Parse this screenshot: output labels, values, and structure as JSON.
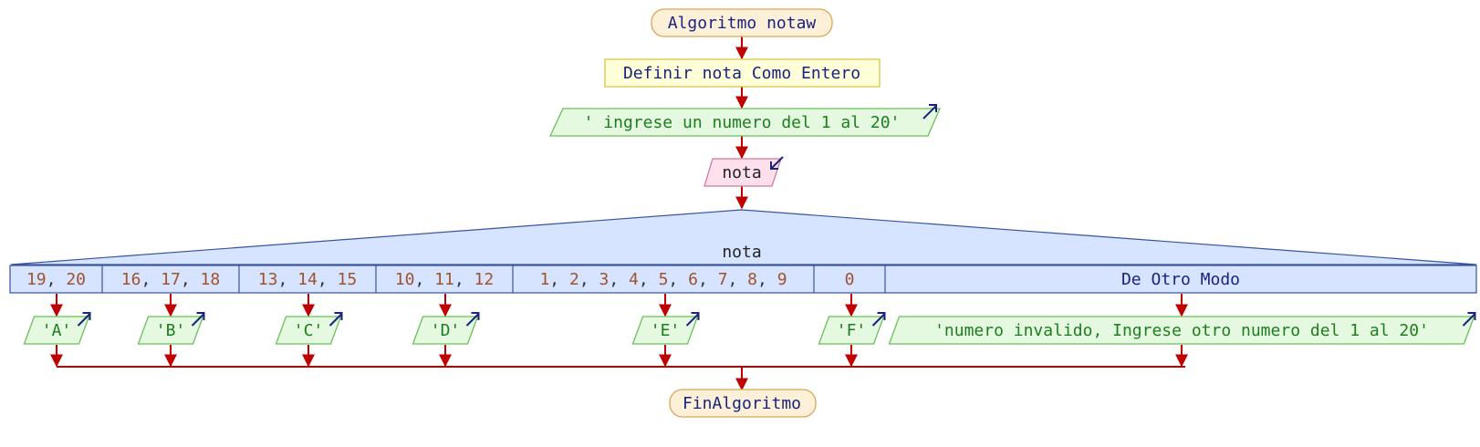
{
  "diagram": {
    "start_label": "Algoritmo notaw",
    "define_label": "Definir nota Como Entero",
    "prompt_output": "' ingrese un numero del 1 al 20'",
    "read_var": "nota",
    "switch_var": "nota",
    "cases": [
      {
        "values": [
          "19",
          "20"
        ],
        "output": "'A'"
      },
      {
        "values": [
          "16",
          "17",
          "18"
        ],
        "output": "'B'"
      },
      {
        "values": [
          "13",
          "14",
          "15"
        ],
        "output": "'C'"
      },
      {
        "values": [
          "10",
          "11",
          "12"
        ],
        "output": "'D'"
      },
      {
        "values": [
          "1",
          "2",
          "3",
          "4",
          "5",
          "6",
          "7",
          "8",
          "9"
        ],
        "output": "'E'"
      },
      {
        "values": [
          "0"
        ],
        "output": "'F'"
      }
    ],
    "default_label": "De Otro Modo",
    "default_output": "'numero invalido, Ingrese otro numero del 1 al 20'",
    "end_label": "FinAlgoritmo"
  },
  "colors": {
    "terminal_fill": "#fdf0d8",
    "terminal_stroke": "#d8a657",
    "define_fill": "#ffffd8",
    "define_stroke": "#d8c54a",
    "output_fill": "#e4f9e0",
    "output_stroke": "#6cbf5c",
    "input_fill": "#fde0ec",
    "input_stroke": "#d07a9e",
    "switch_fill": "#d6e4ff",
    "switch_stroke": "#3a53a0",
    "arrow": "#c00000",
    "io_arrow": "#1a237e"
  },
  "icons": {
    "output_arrow": "arrow-up-right-icon",
    "input_arrow": "arrow-down-left-icon"
  }
}
